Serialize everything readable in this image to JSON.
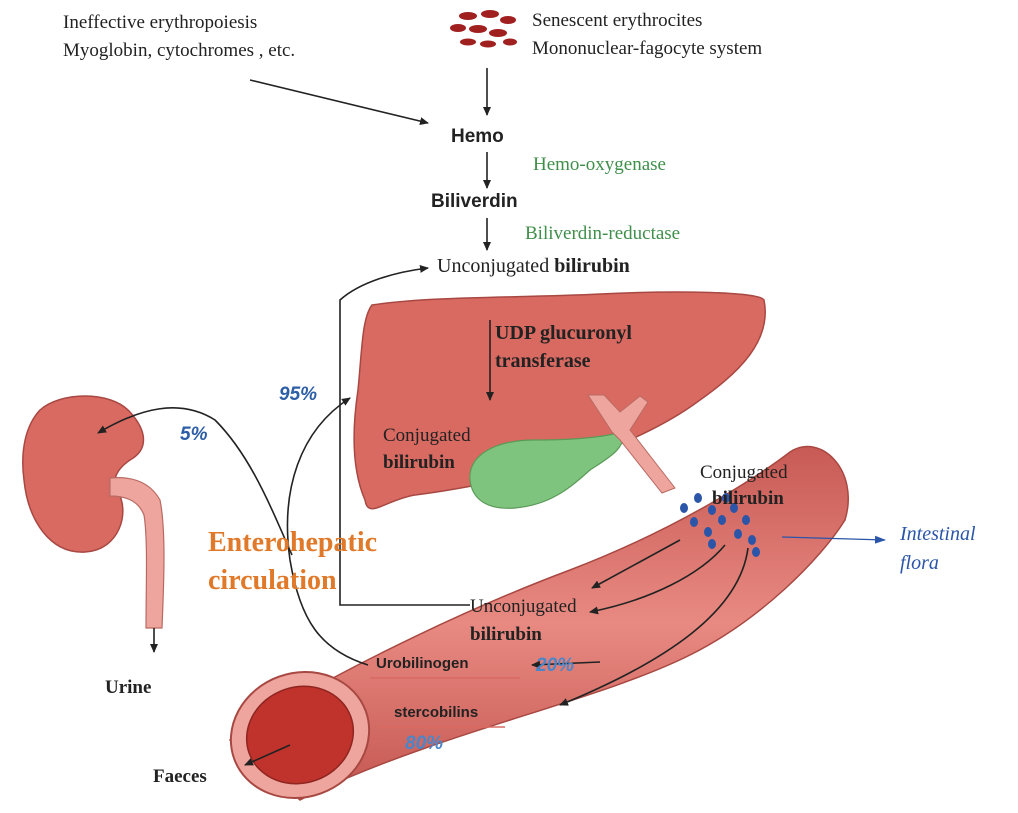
{
  "sources": {
    "left_line1": "Ineffective erythropoiesis",
    "left_line2": "Myoglobin, cytochromes , etc.",
    "right_line1": "Senescent erythrocites",
    "right_line2": "Mononuclear-fagocyte system"
  },
  "pathway": {
    "hemo": "Hemo",
    "hemo_enzyme": "Hemo-oxygenase",
    "biliverdin": "Biliverdin",
    "biliverdin_enzyme": "Biliverdin-reductase",
    "unconjugated_prefix": "Unconjugated",
    "unconjugated_word": "bilirubin"
  },
  "liver": {
    "enzyme_line1": "UDP glucuronyl",
    "enzyme_line2": "transferase",
    "conjugated_line1": "Conjugated",
    "conjugated_line2": "bilirubin"
  },
  "intestine": {
    "conjugated_line1": "Conjugated",
    "conjugated_line2": "bilirubin",
    "flora_line1": "Intestinal",
    "flora_line2": "flora",
    "unconjugated_line1": "Unconjugated",
    "unconjugated_line2": "bilirubin",
    "urobilinogen": "Urobilinogen",
    "urobilinogen_pct": "20%",
    "stercobilins": "stercobilins",
    "stercobilins_pct": "80%",
    "faeces": "Faeces"
  },
  "kidney": {
    "pct": "5%",
    "urine": "Urine"
  },
  "enterohepatic": {
    "pct": "95%",
    "title_line1": "Enterohepatic",
    "title_line2": "circulation"
  },
  "colors": {
    "organ_fill": "#d96a62",
    "organ_light": "#eea59d",
    "gallbladder": "#7fc47e",
    "enzyme_green": "#3f8f4a",
    "flora_blue": "#2a55a8",
    "title_orange": "#e07a2a",
    "rbc_red": "#a01f1f"
  }
}
